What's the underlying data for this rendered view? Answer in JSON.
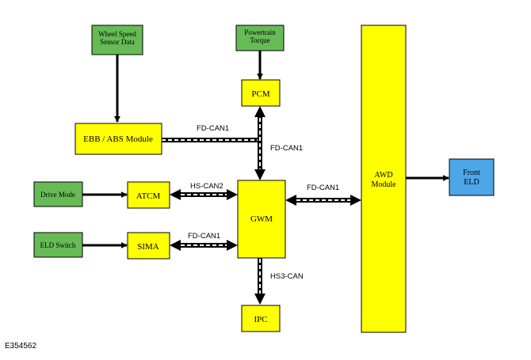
{
  "colors": {
    "module_fill": "#ffff00",
    "input_fill": "#66bb55",
    "output_fill": "#4da6e8",
    "stroke": "#000000"
  },
  "boxes": {
    "wheel_speed": {
      "line1": "Wheel Speed",
      "line2": "Sensor Data"
    },
    "powertrain": {
      "line1": "Powertrain",
      "line2": "Torque"
    },
    "pcm": {
      "label": "PCM"
    },
    "ebb_abs": {
      "label": "EBB / ABS Module"
    },
    "drive_mode": {
      "label": "Drive Mode"
    },
    "atcm": {
      "label": "ATCM"
    },
    "gwm": {
      "label": "GWM"
    },
    "eld_switch": {
      "label": "ELD Switch"
    },
    "sima": {
      "label": "SIMA"
    },
    "ipc": {
      "label": "IPC"
    },
    "awd": {
      "line1": "AWD",
      "line2": "Module"
    },
    "front_eld": {
      "line1": "Front",
      "line2": "ELD"
    }
  },
  "buses": {
    "ebb_bus": "FD-CAN1",
    "pcm_gwm_bus": "FD-CAN1",
    "atcm_gwm_bus": "HS-CAN2",
    "sima_gwm_bus": "FD-CAN1",
    "gwm_awd_bus": "FD-CAN1",
    "gwm_ipc_bus": "HS3-CAN"
  },
  "figure_ref": "E354562"
}
